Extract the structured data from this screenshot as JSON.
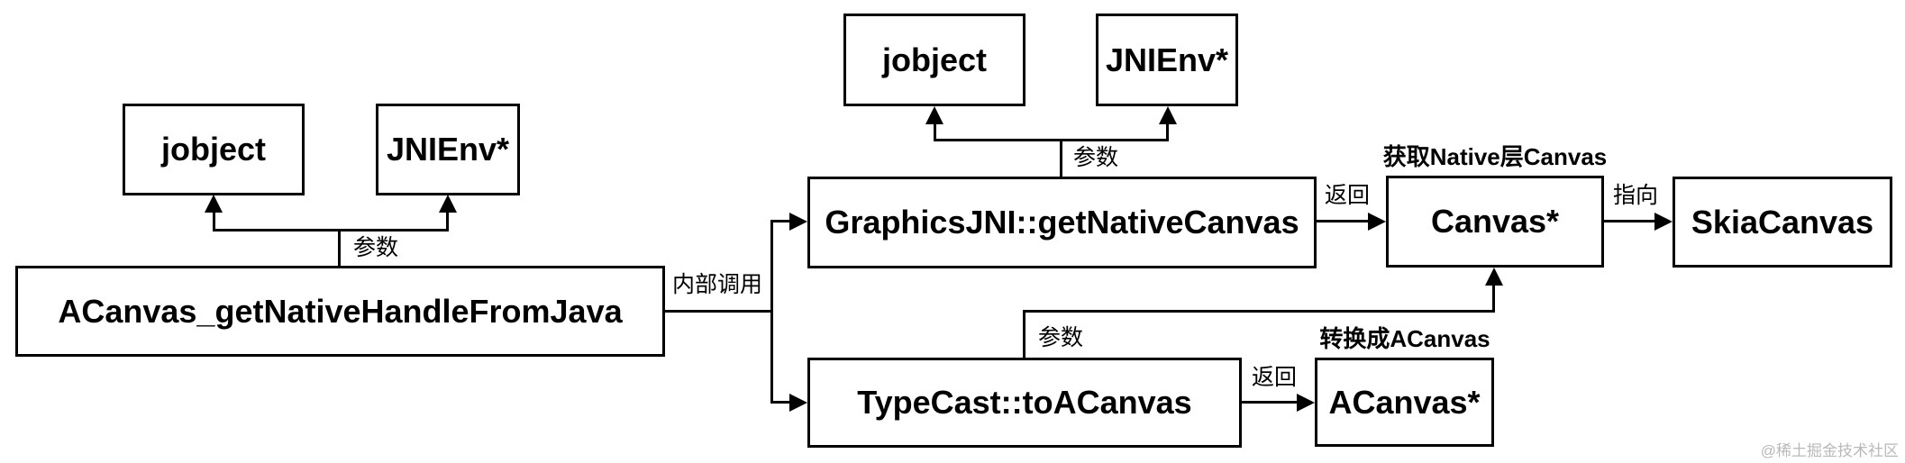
{
  "diagram": {
    "title_domain": "JNI Canvas native handle flow",
    "nodes": {
      "jobject_left": "jobject",
      "jnienv_left": "JNIEnv*",
      "main": "ACanvas_getNativeHandleFromJava",
      "jobject_top": "jobject",
      "jnienv_top": "JNIEnv*",
      "graphics_jni": "GraphicsJNI::getNativeCanvas",
      "canvas": "Canvas*",
      "skia_canvas": "SkiaCanvas",
      "type_cast": "TypeCast::toACanvas",
      "acanvas": "ACanvas*"
    },
    "edge_labels": {
      "params_left": "参数",
      "internal_call": "内部调用",
      "params_top": "参数",
      "return_top": "返回",
      "annotation_canvas": "获取Native层Canvas",
      "points_to": "指向",
      "params_mid": "参数",
      "return_bottom": "返回",
      "annotation_acanvas": "转换成ACanvas"
    },
    "watermark": "@稀土掘金技术社区",
    "colors": {
      "line": "#000000",
      "box_border": "#000000",
      "box_fill": "#ffffff",
      "text": "#000000",
      "watermark": "#b9b9b9",
      "background": "#ffffff"
    }
  }
}
